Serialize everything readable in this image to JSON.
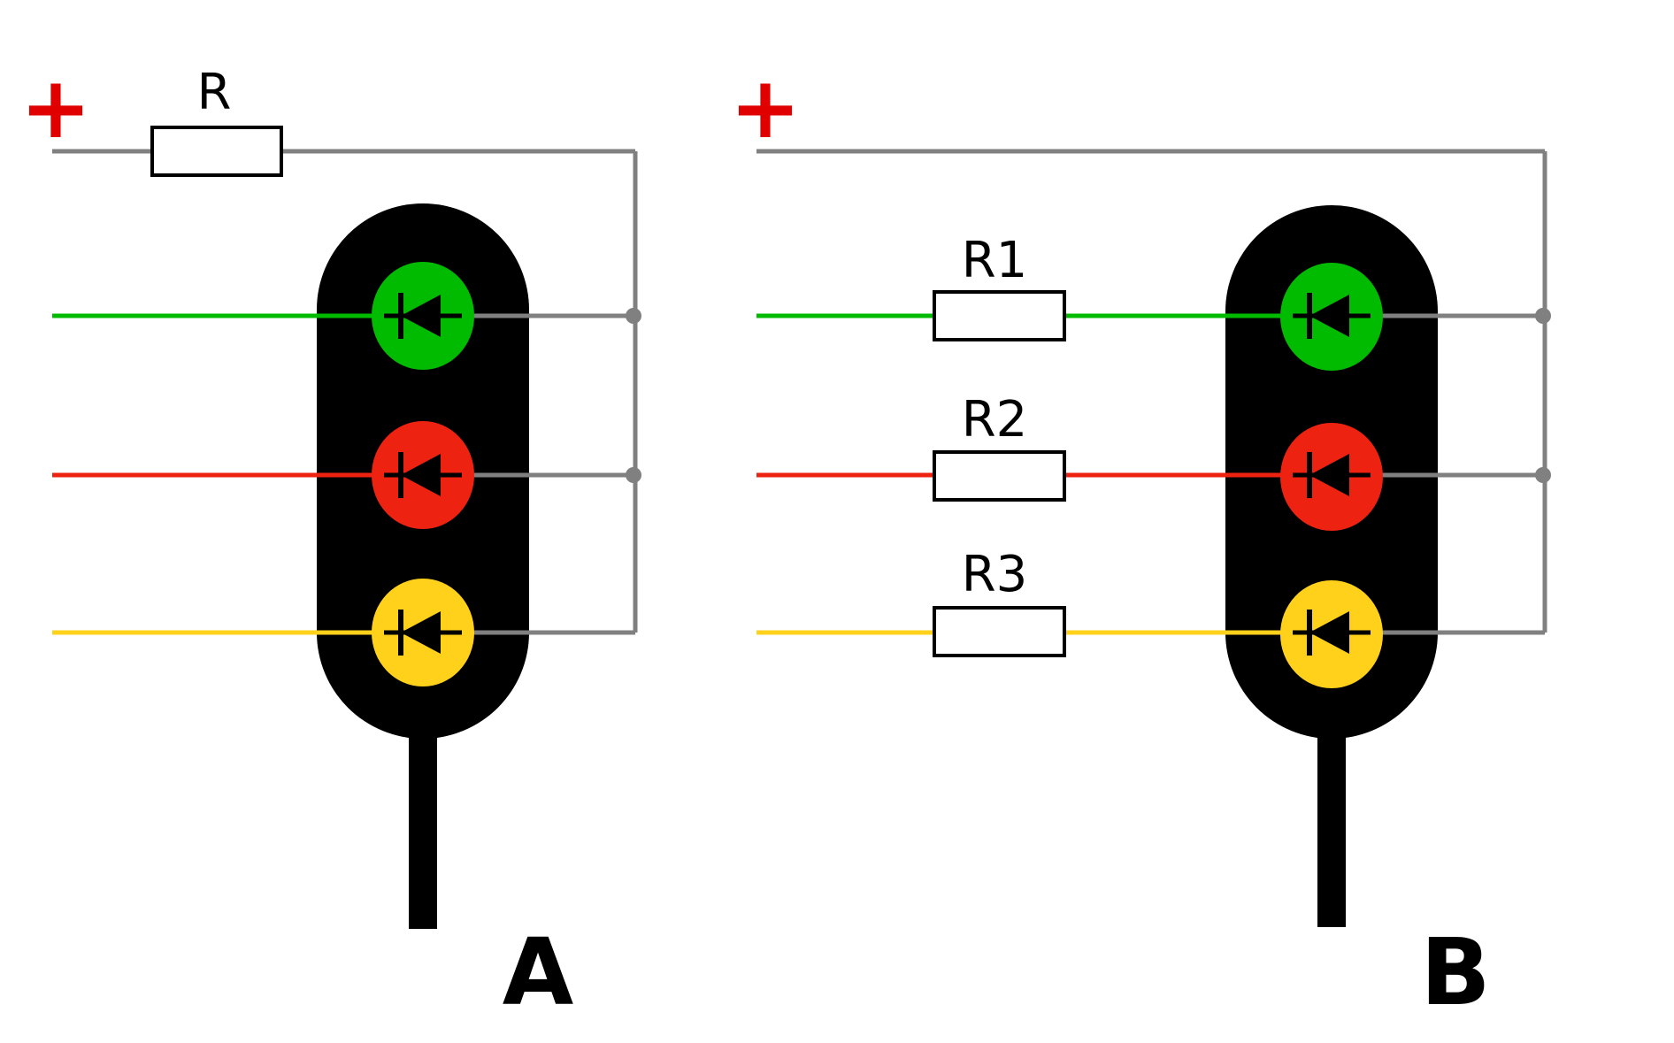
{
  "colors": {
    "green": "#00bb00",
    "red": "#ee2211",
    "yellow": "#ffd11a",
    "wire": "#808080",
    "housing": "#000000",
    "plus": "#e00000"
  },
  "circuits": [
    {
      "label": "A",
      "plus": "+",
      "resistor": "R",
      "lamps": [
        "green",
        "red",
        "yellow"
      ]
    },
    {
      "label": "B",
      "plus": "+",
      "resistors": [
        "R1",
        "R2",
        "R3"
      ],
      "lamps": [
        "green",
        "red",
        "yellow"
      ]
    }
  ]
}
